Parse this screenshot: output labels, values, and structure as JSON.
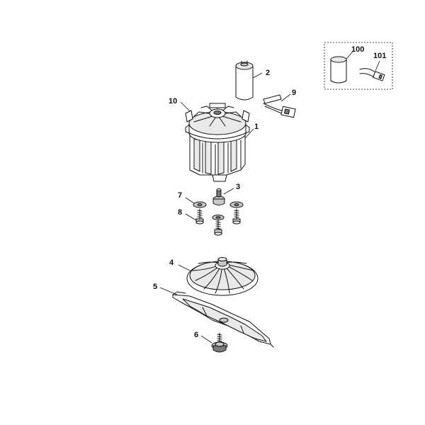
{
  "diagram": {
    "labels": {
      "p1": "1",
      "p2": "2",
      "p3": "3",
      "p4": "4",
      "p5": "5",
      "p6": "6",
      "p7": "7",
      "p8": "8",
      "p9": "9",
      "p10": "10",
      "p100": "100",
      "p101": "101"
    }
  }
}
